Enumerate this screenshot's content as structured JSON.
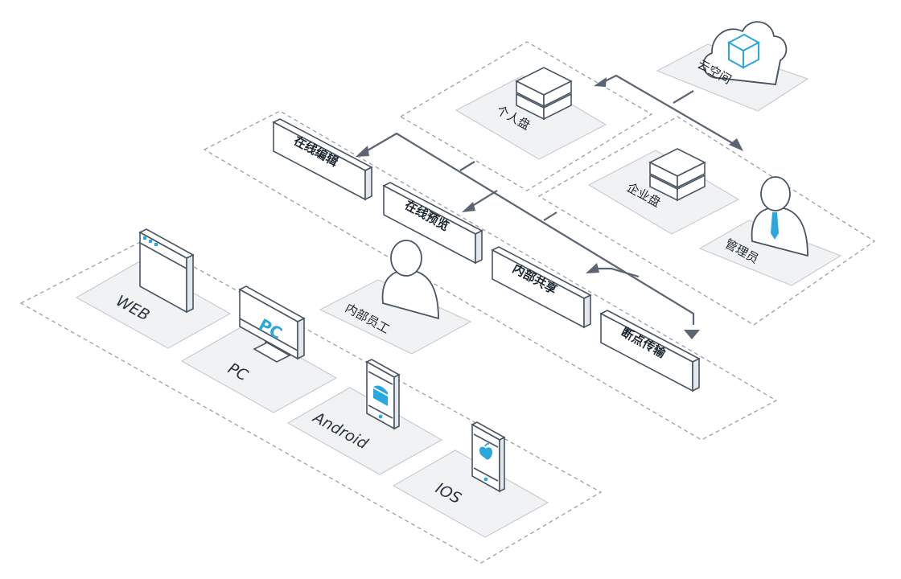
{
  "storage": {
    "cloud": "云空间",
    "personal": "个人盘",
    "enterprise": "企业盘",
    "admin": "管理员"
  },
  "features": {
    "edit": "在线编辑",
    "preview": "在线预览",
    "share": "内部共享",
    "resume": "断点传输"
  },
  "employee": "内部员工",
  "platforms": {
    "web": "WEB",
    "pc": "PC",
    "pc_screen": "PC",
    "android": "Android",
    "ios": "IOS"
  },
  "colors": {
    "accent": "#29a8e0",
    "line": "#5b6470",
    "outline": "#4a5562"
  },
  "icons": [
    "cloud-icon",
    "cube-icon",
    "server-stack-icon",
    "user-icon",
    "tie-icon",
    "browser-window-icon",
    "monitor-icon",
    "android-icon",
    "apple-icon"
  ]
}
